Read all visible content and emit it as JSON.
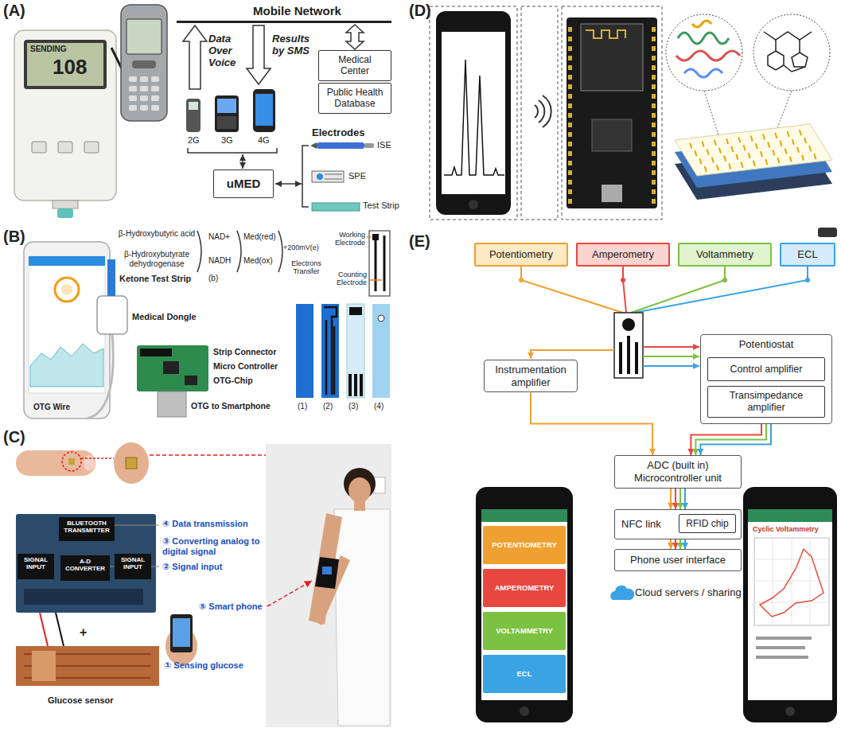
{
  "diagram": {
    "nodes": [
      {
        "text": [
          "Medical Center"
        ]
      },
      {
        "text": [
          "Public Health Database"
        ]
      },
      {
        "text": [
          "uMED"
        ]
      },
      {
        "text": [
          "Potentiometry"
        ]
      },
      {
        "text": [
          "Amperometry"
        ]
      },
      {
        "text": [
          "Voltammetry"
        ]
      },
      {
        "text": [
          "ECL"
        ]
      },
      {
        "text": [
          "Instrumentation amplifier"
        ]
      },
      {
        "text": [
          "Potentiostat"
        ]
      },
      {
        "text": [
          "Control amplifier"
        ],
        "in": 8
      },
      {
        "text": [
          "Transimpedance amplifier"
        ],
        "in": 8
      },
      {
        "text": [
          "ADC (built in)",
          "Microcontroller unit"
        ]
      },
      {
        "text": [
          "NFC link"
        ]
      },
      {
        "text": [
          "RFID chip"
        ],
        "in": 12
      },
      {
        "text": [
          "Phone user interface"
        ]
      }
    ],
    "edges": [
      {
        "from": 7,
        "to": 11,
        "arrow": "to"
      },
      {
        "from": 8,
        "to": 11,
        "arrow": "to"
      },
      {
        "from": 11,
        "to": 12,
        "arrow": "to"
      },
      {
        "from": 12,
        "to": 14,
        "arrow": "to"
      }
    ],
    "labels": [
      "(A)",
      "SENDING",
      "108",
      "Mobile Network",
      "Data Over Voice",
      "Results by SMS",
      "2G",
      "3G",
      "4G",
      "Electrodes",
      "ISE",
      "SPE",
      "Test Strip",
      "(D)",
      "(B)",
      "β-Hydroxybutyric acid",
      "β-Hydroxybutyrate dehydrogenase",
      "NAD+",
      "NADH",
      "Med(red)",
      "Med(ox)",
      "+200mV(e)",
      "Electrons Transfer",
      "Working Electrode",
      "Counting Electrode",
      "(b)",
      "Ketone Test Strip",
      "Medical Dongle",
      "OTG Wire",
      "Strip Connector",
      "Micro Controller",
      "OTG-Chip",
      "OTG to Smartphone",
      "(1)",
      "(2)",
      "(3)",
      "(4)",
      "(C)",
      "BLUETOOTH TRANSMITTER",
      "SIGNAL INPUT",
      "A-D CONVERTER",
      "SIGNAL INPUT",
      "④ Data transmission",
      "③ Converting analog to digital signal",
      "② Signal input",
      "⑤ Smart phone",
      "① Sensing glucose",
      "Glucose sensor",
      "+",
      "(E)",
      "Cloud servers / sharing",
      "POTENTIOMETRY",
      "AMPEROMETRY",
      "VOLTAMMETRY",
      "ECL",
      "Cyclic Voltammetry"
    ]
  }
}
